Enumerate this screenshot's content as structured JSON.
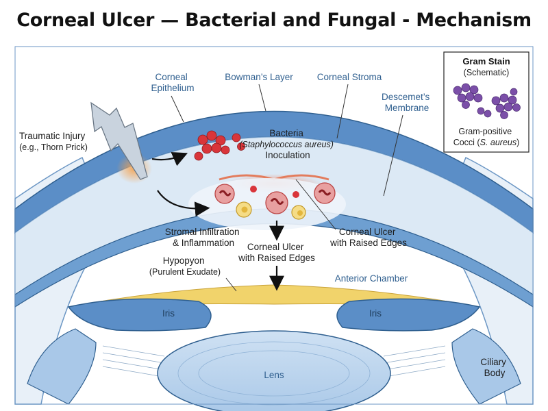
{
  "title": "Corneal Ulcer — Bacterial and Fungal - Mechanism",
  "labels": {
    "corneal_epithelium": [
      "Corneal",
      "Epithelium"
    ],
    "bowmans_layer": "Bowman’s Layer",
    "corneal_stroma": "Corneal Stroma",
    "descemets_membrane": [
      "Descemet’s",
      "Membrane"
    ],
    "traumatic_injury": [
      "Traumatic Injury",
      "(e.g., Thorn Prick)"
    ],
    "bacteria_inoculation": [
      "Bacteria",
      "(Staphylococcus aureus)",
      "Inoculation"
    ],
    "stromal_infiltration": [
      "Stromal Infiltration",
      "& Inflammation"
    ],
    "corneal_ulcer_center": [
      "Corneal Ulcer",
      "with Raised Edges"
    ],
    "corneal_ulcer_right": [
      "Corneal Ulcer",
      "with Raised Edges"
    ],
    "hypopyon": [
      "Hypopyon",
      "(Purulent Exudate)"
    ],
    "anterior_chamber": "Anterior Chamber",
    "iris_left": "Iris",
    "iris_right": "Iris",
    "lens": "Lens",
    "ciliary_body": [
      "Ciliary",
      "Body"
    ]
  },
  "gram_stain": {
    "title": "Gram Stain",
    "subtitle": "(Schematic)",
    "caption_line1": "Gram-positive",
    "caption_prefix": "Cocci (",
    "caption_italic": "S. aureus",
    "caption_suffix": ")"
  },
  "colors": {
    "epithelium": "#5b8ec7",
    "stroma": "#dce9f5",
    "bacteria": "#d9353a",
    "neutrophil": "#e05a5a",
    "hypopyon": "#f1d36b",
    "gram_positive": "#7b4fa8"
  }
}
